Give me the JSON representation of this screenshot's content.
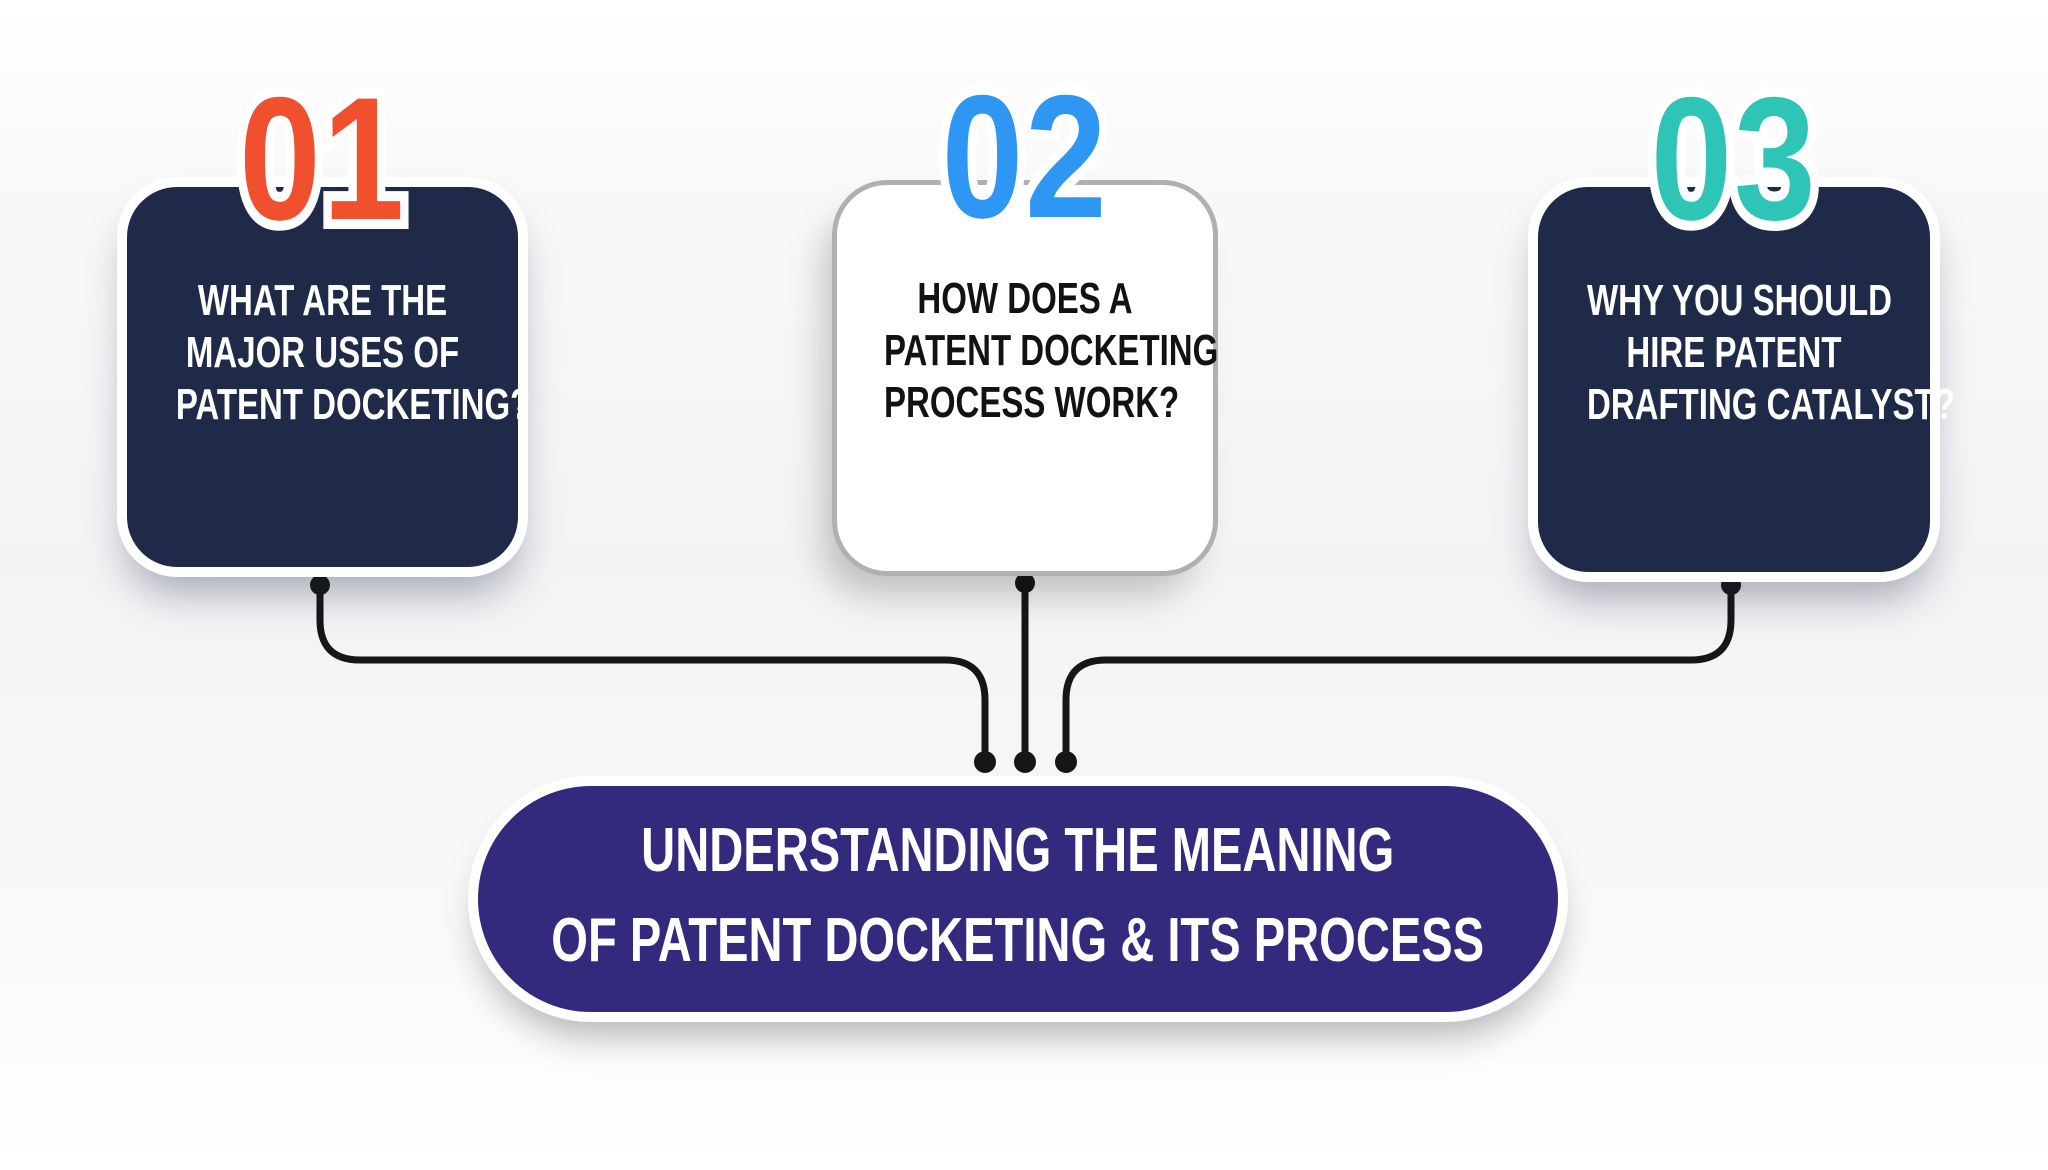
{
  "colors": {
    "background": "#f7f7f8",
    "card_dark": "#1e2a47",
    "card_light": "#ffffff",
    "card_light_border": "#b0b0b4",
    "card_white_border": "#ffffff",
    "text_on_dark": "#ffffff",
    "text_on_light": "#121212",
    "connector": "#161616",
    "number_01": "#f1502f",
    "number_02": "#2e97f3",
    "number_03": "#2ec4b6",
    "banner_background": "#332a7d",
    "banner_text": "#ffffff"
  },
  "cards": [
    {
      "number": "01",
      "number_color": "#f1502f",
      "variant": "dark",
      "lines": [
        "WHAT ARE THE",
        "MAJOR USES OF",
        "PATENT DOCKETING?"
      ]
    },
    {
      "number": "02",
      "number_color": "#2e97f3",
      "variant": "light",
      "lines": [
        "HOW DOES A",
        "PATENT DOCKETING",
        "PROCESS WORK?"
      ]
    },
    {
      "number": "03",
      "number_color": "#2ec4b6",
      "variant": "dark",
      "lines": [
        "WHY YOU SHOULD",
        "HIRE PATENT",
        "DRAFTING CATALYST?"
      ]
    }
  ],
  "banner": {
    "background": "#332a7d",
    "lines": [
      "UNDERSTANDING THE MEANING",
      "OF PATENT DOCKETING & ITS PROCESS"
    ]
  }
}
